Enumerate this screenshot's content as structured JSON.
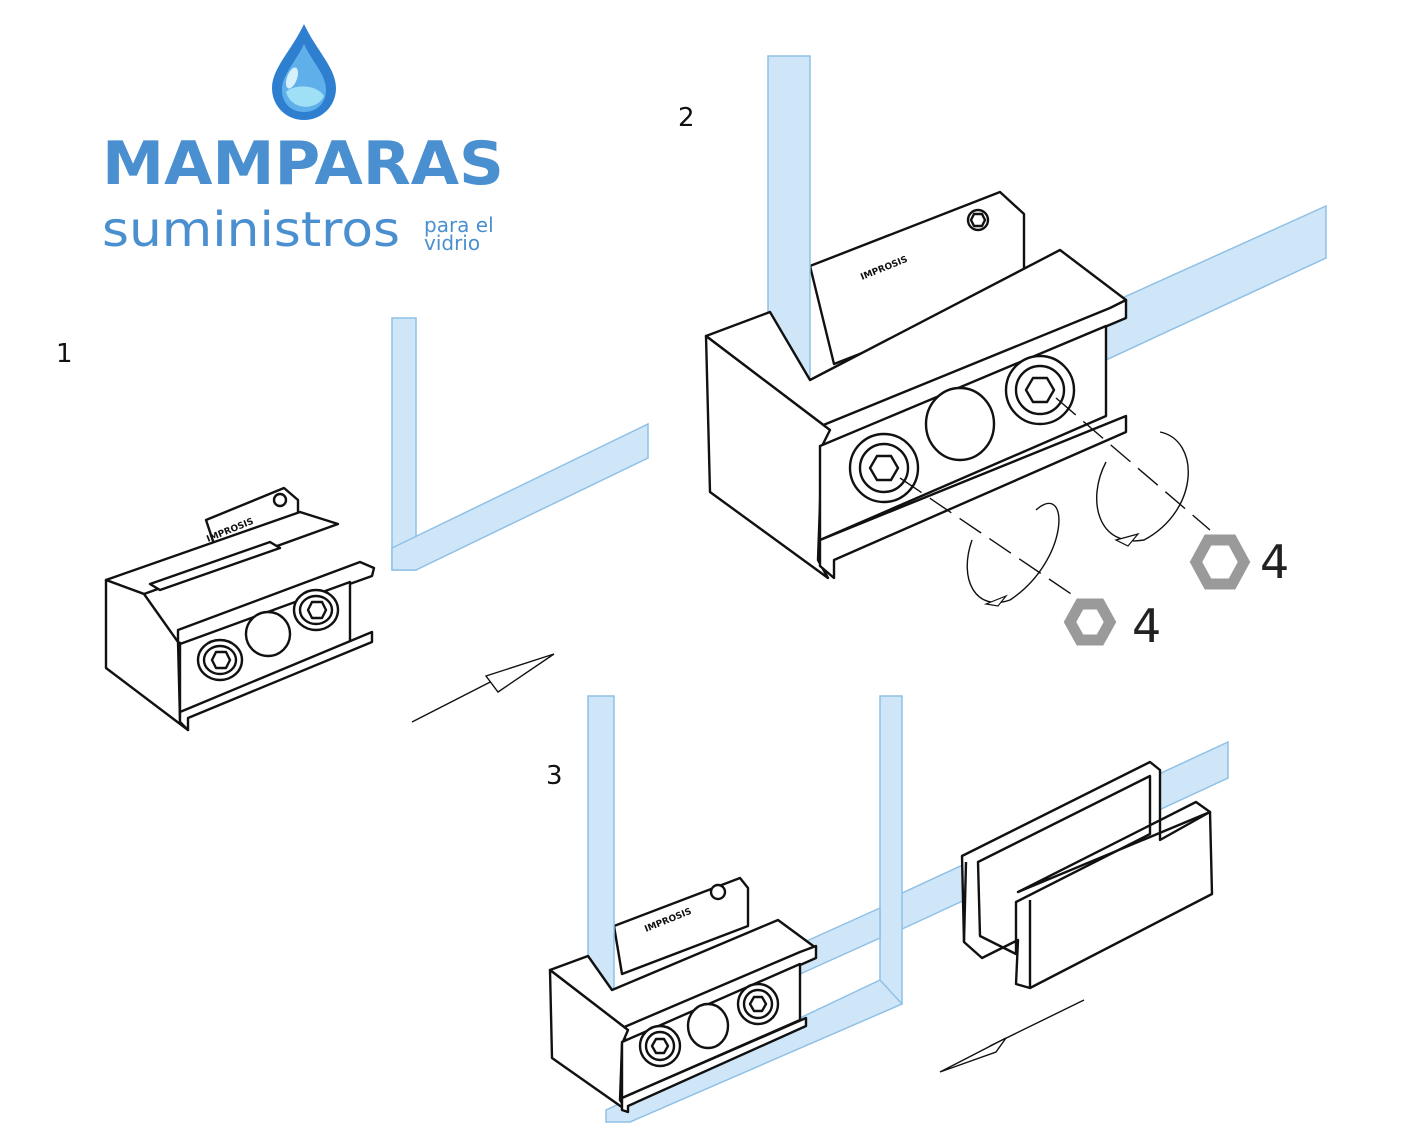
{
  "logo": {
    "brand": "MAMPARAS",
    "sub": "suministros",
    "tag_line1": "para el",
    "tag_line2": "vidrio",
    "color": "#4a8fcf"
  },
  "steps": [
    {
      "label": "1"
    },
    {
      "label": "2"
    },
    {
      "label": "3"
    }
  ],
  "hex_keys": [
    {
      "size": "4"
    },
    {
      "size": "4"
    }
  ],
  "clamp_brand": "IMPROSIS",
  "colors": {
    "glass_fill": "#cfe6f8",
    "glass_edge": "#8fc0e6",
    "hex_gray": "#9a9a9a"
  }
}
